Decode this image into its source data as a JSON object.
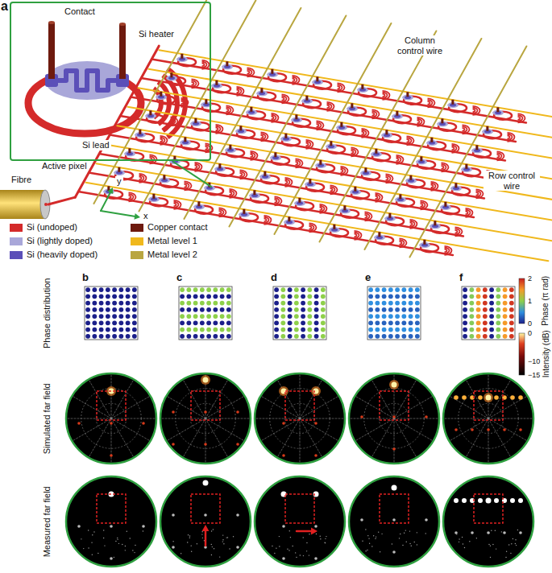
{
  "diagram": {
    "nodes": [
      {
        "text": [
          "Active pixel"
        ]
      }
    ],
    "labels": [
      "a",
      "Si heater",
      "Contact",
      "Si lead",
      "Fibre",
      "x",
      "y",
      "Column control wire",
      "Row control wire",
      "b",
      "c",
      "d",
      "e",
      "f",
      "Phase distribution",
      "Simulated far field",
      "Measured far field",
      "2",
      "1",
      "0",
      "Phase (π rad)",
      "0",
      "−10",
      "−15",
      "Intensity (dB)"
    ],
    "legend": [
      {
        "text": "Si (undoped)",
        "color": "#d42a2a"
      },
      {
        "text": "Si (lightly doped)",
        "color": "#a9a7d9"
      },
      {
        "text": "Si (heavily doped)",
        "color": "#5b4fb8"
      },
      {
        "text": "Copper contact",
        "color": "#6e1a0e"
      },
      {
        "text": "Metal level 1",
        "color": "#f0b81c"
      },
      {
        "text": "Metal level 2",
        "color": "#b9a640"
      }
    ]
  }
}
